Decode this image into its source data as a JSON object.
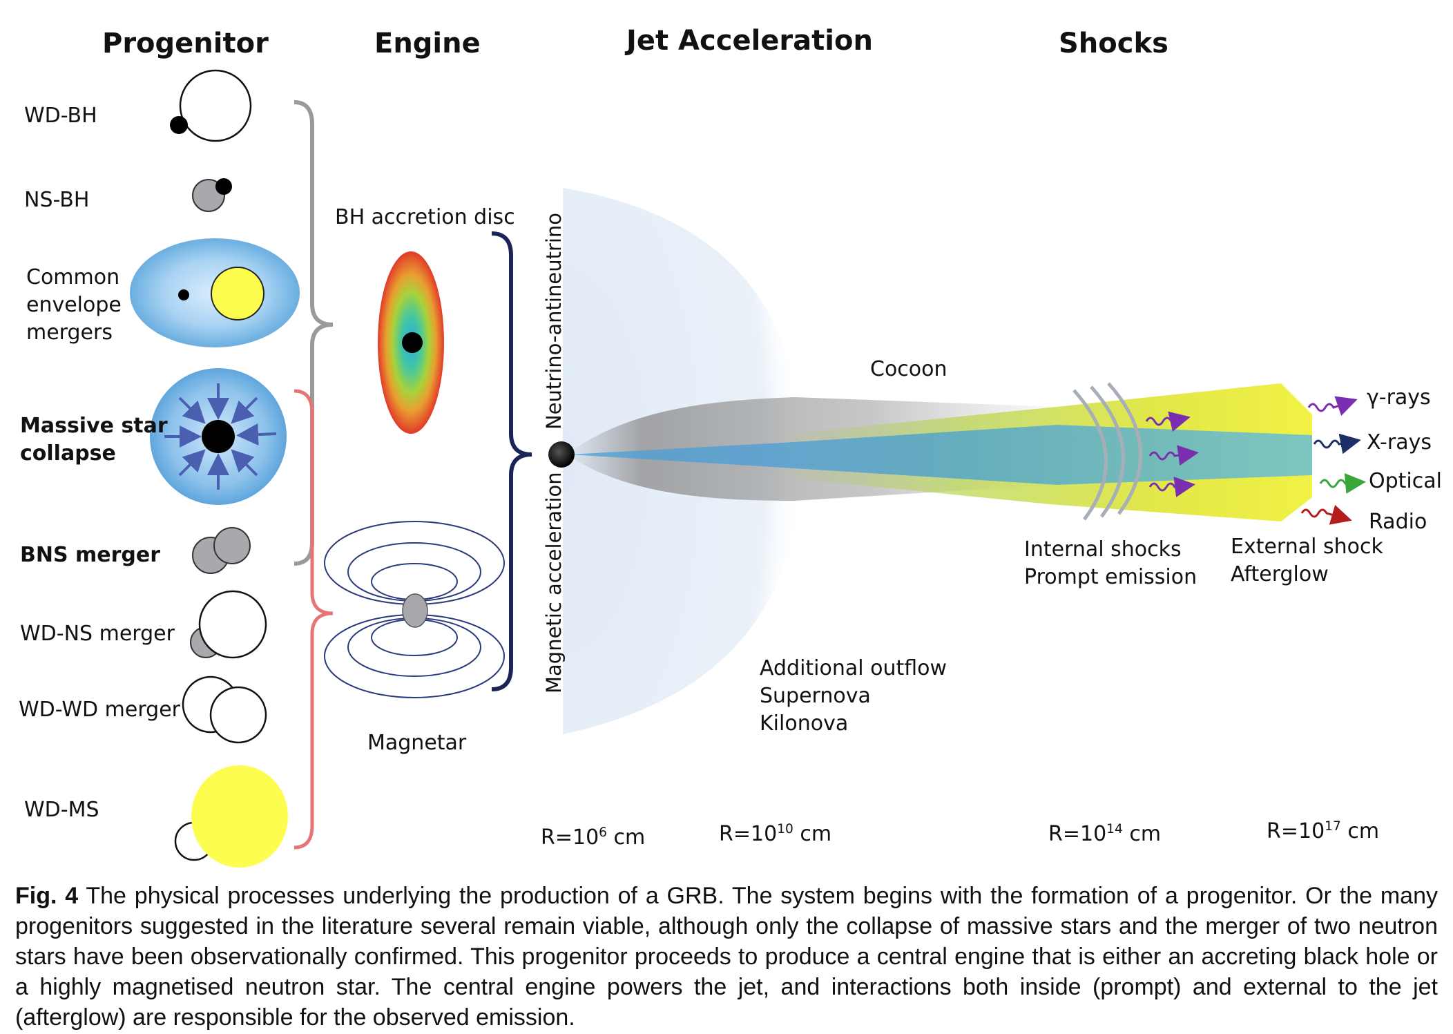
{
  "headers": {
    "progenitor": "Progenitor",
    "engine": "Engine",
    "jet": "Jet Acceleration",
    "shocks": "Shocks"
  },
  "progenitors": {
    "wd_bh": "WD-BH",
    "ns_bh": "NS-BH",
    "common_envelope": "Common\nenvelope\nmergers",
    "massive_star": "Massive star\ncollapse",
    "bns": "BNS merger",
    "wd_ns": "WD-NS merger",
    "wd_wd": "WD-WD merger",
    "wd_ms": "WD-MS"
  },
  "engine": {
    "bh_disc": "BH accretion disc",
    "magnetar": "Magnetar"
  },
  "jet": {
    "neutrino": "Neutrino-antineutrino",
    "magnetic": "Magnetic acceleration",
    "cocoon": "Cocoon",
    "outflow": "Additional outflow\nSupernova\nKilonova"
  },
  "shocks": {
    "internal": "Internal shocks\nPrompt emission",
    "external": "External shock\nAfterglow"
  },
  "emission": {
    "gamma": "γ-rays",
    "xray": "X-rays",
    "optical": "Optical",
    "radio": "Radio"
  },
  "radii": {
    "prefix": "R=10",
    "unit": " cm",
    "r1_exp": "6",
    "r2_exp": "10",
    "r3_exp": "14",
    "r4_exp": "17"
  },
  "caption": {
    "label": "Fig. 4",
    "text": " The physical processes underlying the production of a GRB. The system begins with the formation of a progenitor. Or the many progenitors suggested in the literature several remain viable, although only the collapse of massive stars and the merger of two neutron stars have been observationally confirmed. This progenitor proceeds to produce a central engine that is either an accreting black hole or a highly magnetised neutron star. The central engine powers the jet, and interactions both inside (prompt) and external to the jet (afterglow) are responsible for the observed emission."
  },
  "colors": {
    "bracket_gray": "#9a9a9a",
    "bracket_red": "#e57575",
    "bracket_navy": "#1a2456",
    "envelope_blue": "#6aaee0",
    "yellow_star": "#fdfd50",
    "ns_gray": "#a9a9ad",
    "gamma": "#7a2fb0",
    "xray": "#1d2f66",
    "optical": "#3aa63a",
    "radio": "#b31c1c"
  }
}
